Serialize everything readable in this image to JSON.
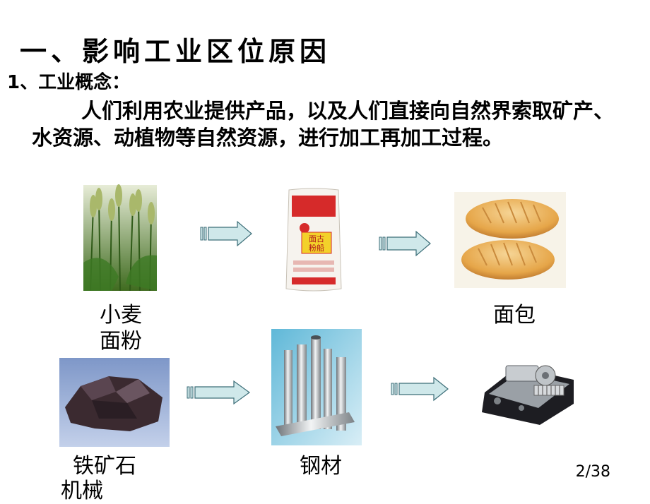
{
  "title": "一、影响工业区位原因",
  "subtitle": "1、工业概念：",
  "paragraph": "人们利用农业提供产品，以及人们直接向自然界索取矿产、水资源、动植物等自然资源，进行加工再加工过程。",
  "labels": {
    "wheat": "小麦",
    "flour": "面粉",
    "bread": "面包",
    "iron_ore": "铁矿石",
    "steel": "钢材",
    "machinery": "机械"
  },
  "flour_bag": {
    "name_line1": "面古",
    "name_line2": "粉船"
  },
  "page_number": "2/38",
  "colors": {
    "arrow_fill": "#cfe8ea",
    "arrow_stroke": "#3c6e78"
  }
}
